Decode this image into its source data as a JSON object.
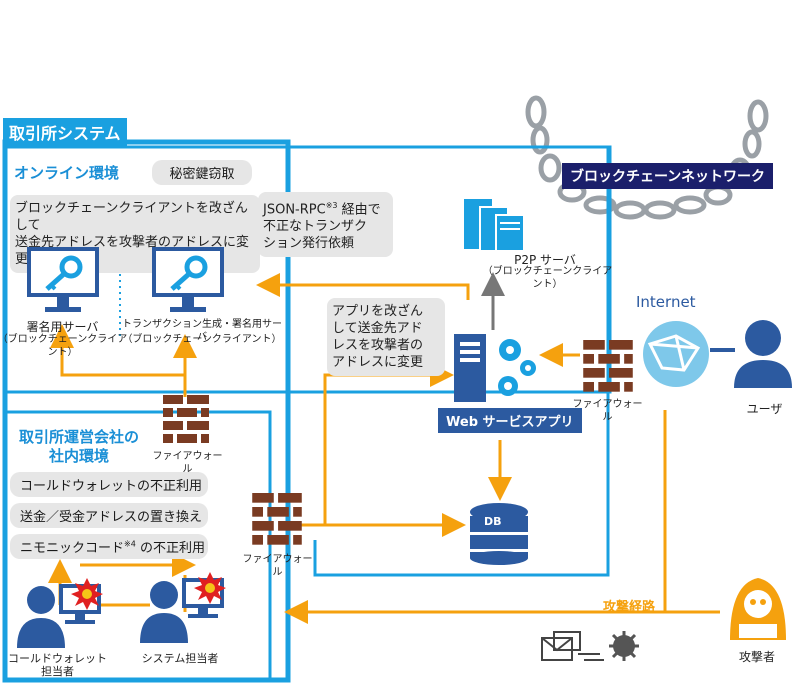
{
  "headers": {
    "exchange_system": "取引所システム",
    "online_env": "オンライン環境",
    "internal_env": "取引所運営会社の\n社内環境",
    "blockchain_network": "ブロックチェーンネットワーク",
    "internet": "Internet"
  },
  "online": {
    "key_theft": "秘密鍵窃取",
    "modify_client": "ブロックチェーンクライアントを改ざんして\n送金先アドレスを攻撃者のアドレスに変更",
    "jsonrpc_text": "JSON-RPC",
    "jsonrpc_sup": "※3",
    "jsonrpc_rest": " 経由で\n不正なトランザク\nション発行依頼",
    "sign_server": "署名用サーバ",
    "sign_server_sub": "（ブロックチェーンクライアント）",
    "tx_server": "トランザクション生成・署名用サーバ",
    "tx_server_sub": "（ブロックチェーンクライアント）",
    "p2p_server": "P2P サーバ",
    "p2p_server_sub": "（ブロックチェーンクライアント）",
    "app_modify": "アプリを改ざん\nして送金先アド\nレスを攻撃者の\nアドレスに変更",
    "web_app": "Web サービスアプリ",
    "db": "DB"
  },
  "internal": {
    "item1": "コールドウォレットの不正利用",
    "item2": "送金／受金アドレスの置き換え",
    "item3_a": "ニモニックコード",
    "item3_sup": "※4",
    "item3_b": " の不正利用",
    "cold_wallet_person": "コールドウォレット\n担当者",
    "system_person": "システム担当者"
  },
  "firewalls": {
    "fw_label": "ファイアウォール"
  },
  "external": {
    "user": "ユーザ",
    "attacker": "攻撃者",
    "attack_route": "攻撃経路"
  },
  "colors": {
    "blue_frame": "#1aa0e0",
    "orange": "#f5a10e",
    "navy": "#1b1f6b",
    "brick": "#7a3b22"
  }
}
